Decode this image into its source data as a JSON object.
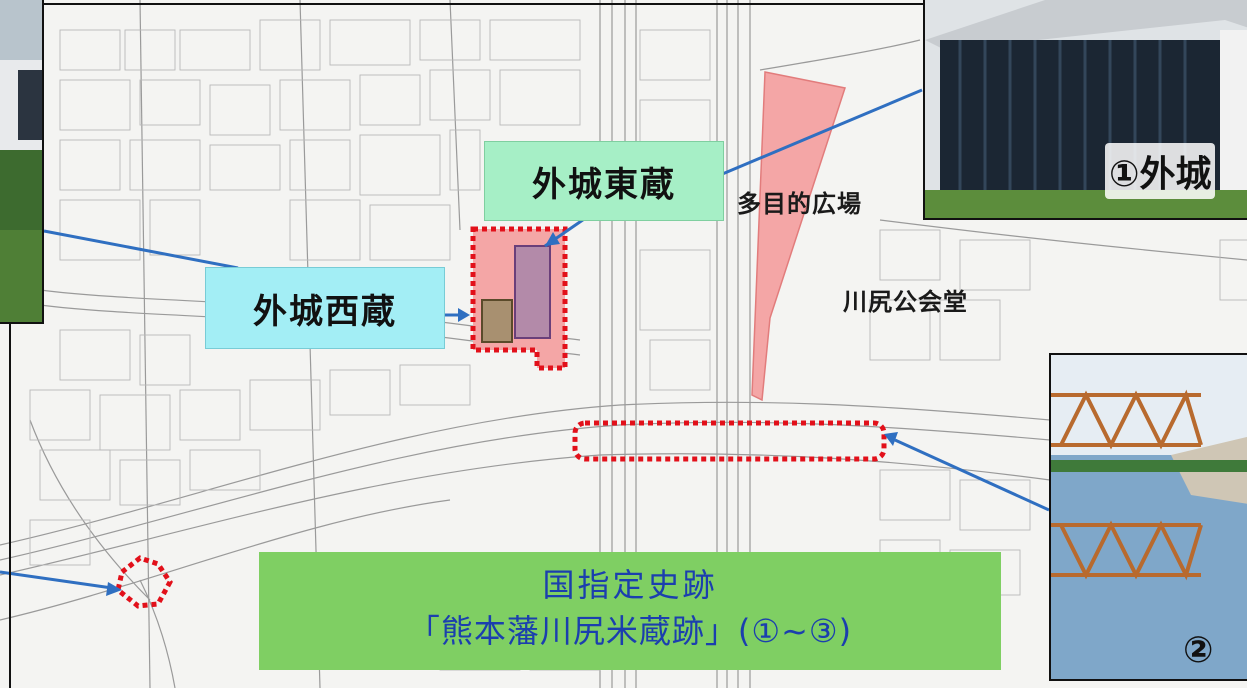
{
  "map": {
    "labels": {
      "east_storehouse": "外城東蔵",
      "west_storehouse": "外城西蔵",
      "plaza": "多目的広場",
      "hall": "川尻公会堂"
    },
    "heritage": {
      "line1": "国指定史跡",
      "line2": "「熊本藩川尻米蔵跡」(①~③)"
    },
    "photos": {
      "top_right_caption": "①外城",
      "bottom_right_caption": "②"
    },
    "colors": {
      "highlight_fill": "#f4a6a6",
      "dotted_outline": "#e2101a",
      "leader_line": "#2f6fc1",
      "east_box": "#a6efc6",
      "west_box": "#a3eef5",
      "heritage_box": "#7fcf63",
      "heritage_text": "#1b3fae",
      "east_building": "#b38aa9",
      "west_building": "#a89070"
    }
  }
}
